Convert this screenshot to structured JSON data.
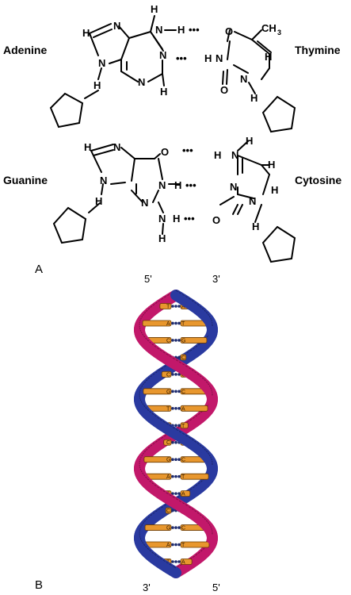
{
  "panel_a": {
    "label": "A",
    "pair1": {
      "left": "Adenine",
      "right": "Thymine"
    },
    "pair2": {
      "left": "Guanine",
      "right": "Cytosine"
    },
    "methyl": "CH",
    "methyl_sub": "3",
    "atoms": {
      "N": "N",
      "H": "H",
      "O": "O"
    },
    "hbond": "•••"
  },
  "panel_b": {
    "label": "B",
    "top_left": "5'",
    "top_right": "3'",
    "bottom_left": "3'",
    "bottom_right": "5'",
    "base_pairs": [
      [
        "T",
        "A"
      ],
      [
        "A",
        "T"
      ],
      [
        "C",
        "G"
      ],
      [
        "G",
        "C"
      ],
      [
        "C",
        "G"
      ],
      [
        "G",
        "C"
      ],
      [
        "T",
        "A"
      ],
      [
        "A",
        "T"
      ],
      [
        "C",
        "G"
      ],
      [
        "G",
        "C"
      ],
      [
        "A",
        "T"
      ],
      [
        "T",
        "A"
      ],
      [
        "C",
        "G"
      ],
      [
        "G",
        "C"
      ],
      [
        "A",
        "T"
      ],
      [
        "T",
        "A"
      ]
    ]
  },
  "colors": {
    "strand_1": "#2a3aa0",
    "strand_2": "#c2186a",
    "base": "#e8972e",
    "bond_dot": "#1c2a6e"
  }
}
